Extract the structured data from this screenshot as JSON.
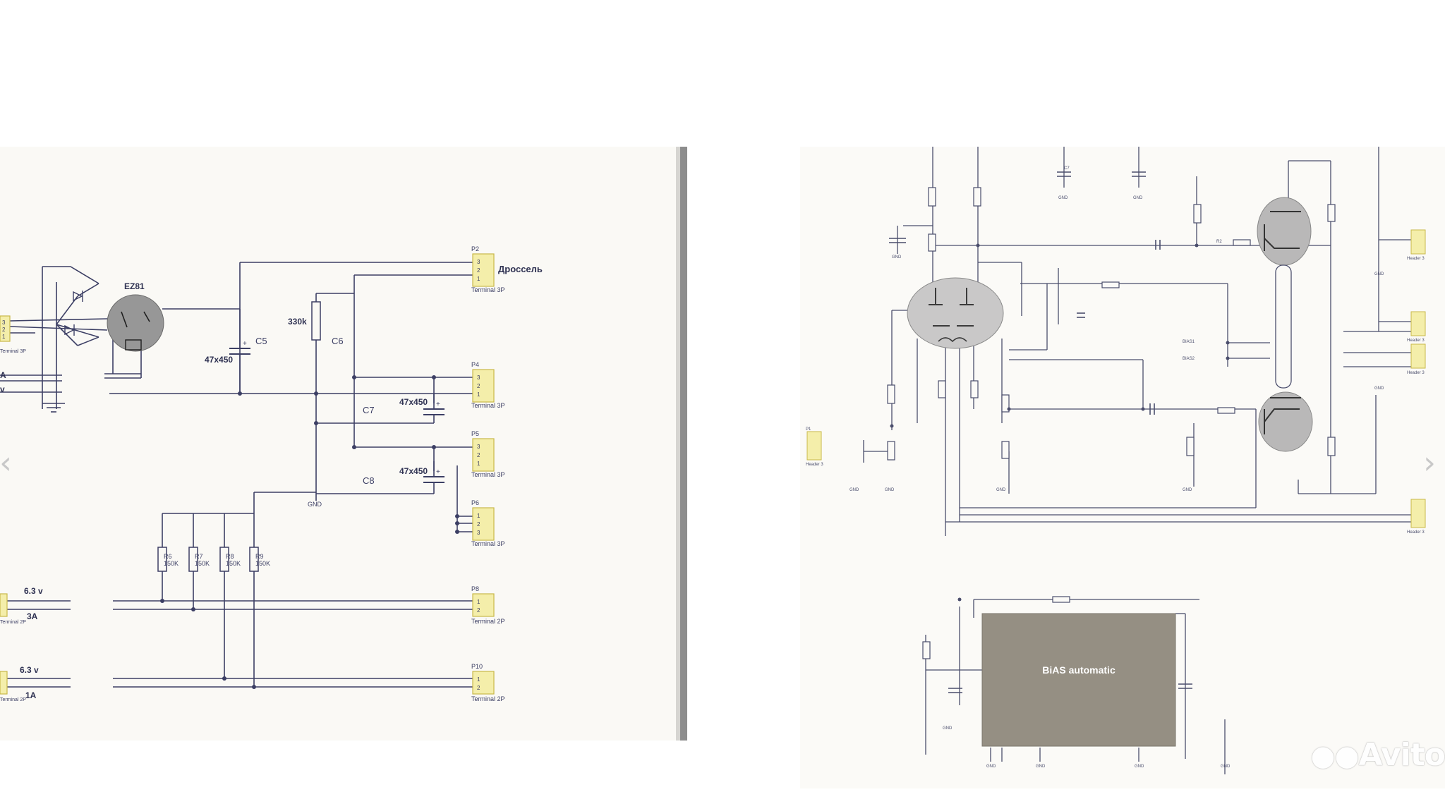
{
  "left_page": {
    "tube": "EZ81",
    "choke": "Дроссель",
    "resistor_330k": "330k",
    "caps": [
      "C5",
      "C6",
      "C7",
      "C8"
    ],
    "cap_value": "47x450",
    "connectors": [
      "P2",
      "P4",
      "P5",
      "P6",
      "P8",
      "P10"
    ],
    "terminal_3p": "Terminal 3P",
    "terminal_2p": "Terminal 2P",
    "pins_321": [
      "3",
      "2",
      "1"
    ],
    "pins_12": [
      "1",
      "2"
    ],
    "gnd": "GND",
    "resistor_labels": [
      "R6",
      "R7",
      "R8",
      "R9"
    ],
    "resistor_value": "150K",
    "voltage": "6.3 v",
    "current_3a": "3A",
    "current_1a": "1A",
    "edge_a": "A",
    "edge_v": "v"
  },
  "right_page": {
    "bias_block": "BiAS automatic",
    "bias_net_1": "BIAS1",
    "bias_net_2": "BIAS2",
    "header": "Header 3",
    "gnd": "GND",
    "cap_c7": "C7",
    "r_label": "R2",
    "p1": "P1"
  },
  "watermark": "Avito",
  "nav": {
    "prev": "‹",
    "next": "›"
  }
}
